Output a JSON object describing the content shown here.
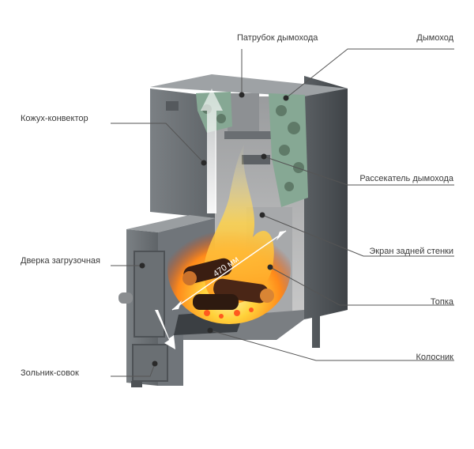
{
  "diagram": {
    "labels": {
      "flue_pipe": "Патрубок дымохода",
      "chimney": "Дымоход",
      "casing_convector": "Кожух-конвектор",
      "flue_splitter": "Рассекатель дымохода",
      "back_wall_screen": "Экран задней стенки",
      "loading_door": "Дверка загрузочная",
      "firebox": "Топка",
      "grate": "Колосник",
      "ash_pan": "Зольник-совок"
    },
    "dimension": "470 мм"
  },
  "colors": {
    "metal_light": "#8e9296",
    "metal_mid": "#6f7478",
    "metal_dark": "#4d5155",
    "interior": "#b9babb",
    "stones": "#7fa58d",
    "flame_yellow": "#ffd23a",
    "flame_orange": "#ff8a1a",
    "leader": "#555555"
  }
}
